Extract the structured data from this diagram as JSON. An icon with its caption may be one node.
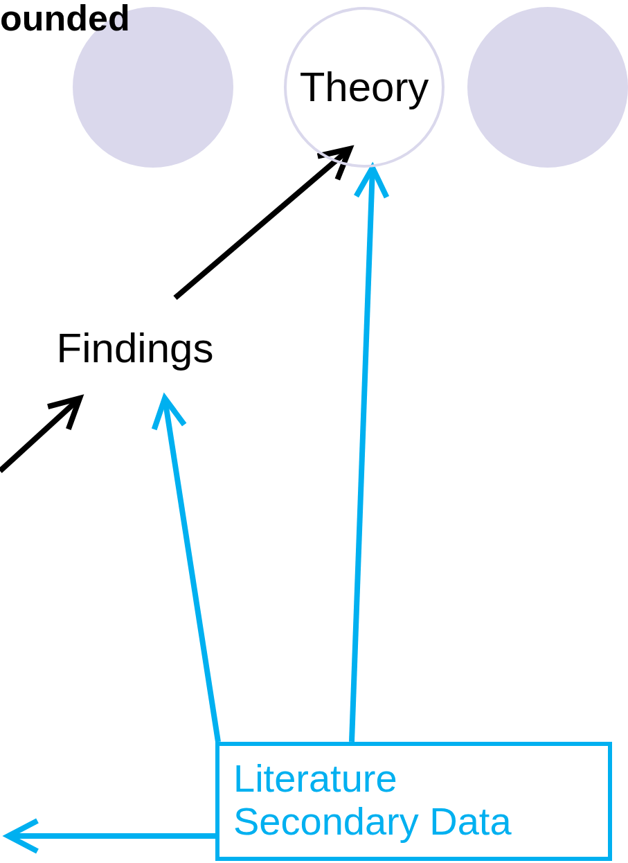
{
  "diagram": {
    "nodes": [
      {
        "text": [],
        "shape": "circle"
      },
      {
        "text": [
          "Theory"
        ]
      },
      {
        "text": [],
        "shape": "circle"
      },
      {
        "text": [
          "Findings"
        ]
      },
      {
        "text": [
          "Literature Secondary Data"
        ]
      }
    ],
    "edges": [
      {
        "from": null,
        "to": 3,
        "arrow": "to",
        "color": "#000000"
      },
      {
        "from": 3,
        "to": 1,
        "arrow": "to",
        "color": "#000000"
      },
      {
        "from": 4,
        "to": 3,
        "arrow": "to"
      },
      {
        "from": 4,
        "to": 1,
        "arrow": "to"
      },
      {
        "from": 4,
        "to": null,
        "arrow": "to"
      }
    ],
    "labels": [
      "ounded"
    ]
  }
}
